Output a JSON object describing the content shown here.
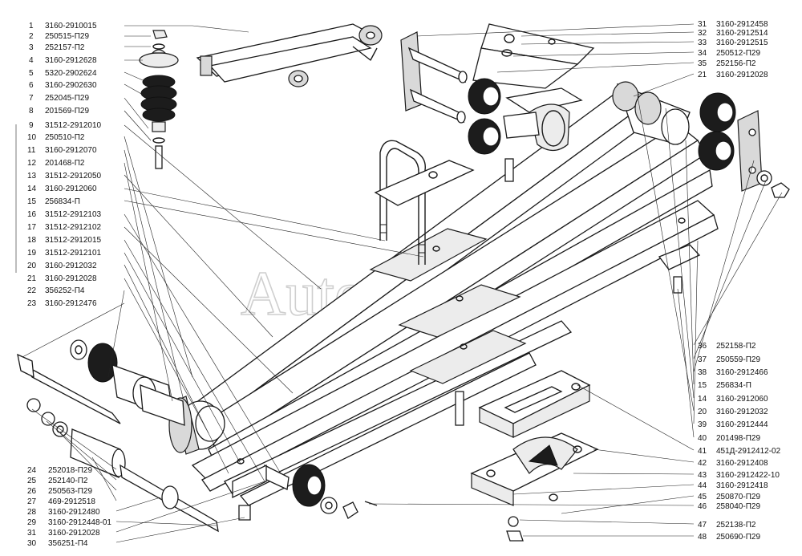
{
  "watermark": "AutoSoft",
  "callouts_left": [
    {
      "num": "1",
      "part": "3160-2910015"
    },
    {
      "num": "2",
      "part": "250515-П29"
    },
    {
      "num": "3",
      "part": "252157-П2"
    },
    {
      "num": "4",
      "part": "3160-2912628"
    },
    {
      "num": "5",
      "part": "5320-2902624"
    },
    {
      "num": "6",
      "part": "3160-2902630"
    },
    {
      "num": "7",
      "part": "252045-П29"
    },
    {
      "num": "8",
      "part": "201569-П29"
    },
    {
      "num": "9",
      "part": "31512-2912010"
    },
    {
      "num": "10",
      "part": "250510-П2"
    },
    {
      "num": "11",
      "part": "3160-2912070"
    },
    {
      "num": "12",
      "part": "201468-П2"
    },
    {
      "num": "13",
      "part": "31512-2912050"
    },
    {
      "num": "14",
      "part": "3160-2912060"
    },
    {
      "num": "15",
      "part": "256834-П"
    },
    {
      "num": "16",
      "part": "31512-2912103"
    },
    {
      "num": "17",
      "part": "31512-2912102"
    },
    {
      "num": "18",
      "part": "31512-2912015"
    },
    {
      "num": "19",
      "part": "31512-2912101"
    },
    {
      "num": "20",
      "part": "3160-2912032"
    },
    {
      "num": "21",
      "part": "3160-2912028"
    },
    {
      "num": "22",
      "part": "356252-П4"
    },
    {
      "num": "23",
      "part": "3160-2912476"
    }
  ],
  "callouts_bottom_left": [
    {
      "num": "24",
      "part": "252018-П29"
    },
    {
      "num": "25",
      "part": "252140-П2"
    },
    {
      "num": "26",
      "part": "250563-П29"
    },
    {
      "num": "27",
      "part": "469-2912518"
    },
    {
      "num": "28",
      "part": "3160-2912480"
    },
    {
      "num": "29",
      "part": "3160-2912448-01"
    },
    {
      "num": "31",
      "part": "3160-2912028"
    },
    {
      "num": "30",
      "part": "356251-П4"
    }
  ],
  "callouts_top_right": [
    {
      "num": "31",
      "part": "3160-2912458"
    },
    {
      "num": "32",
      "part": "3160-2912514"
    },
    {
      "num": "33",
      "part": "3160-2912515"
    },
    {
      "num": "34",
      "part": "250512-П29"
    },
    {
      "num": "35",
      "part": "252156-П2"
    },
    {
      "num": "21",
      "part": "3160-2912028"
    }
  ],
  "callouts_right": [
    {
      "num": "36",
      "part": "252158-П2"
    },
    {
      "num": "37",
      "part": "250559-П29"
    },
    {
      "num": "38",
      "part": "3160-2912466"
    },
    {
      "num": "15",
      "part": "256834-П"
    },
    {
      "num": "14",
      "part": "3160-2912060"
    },
    {
      "num": "20",
      "part": "3160-2912032"
    },
    {
      "num": "39",
      "part": "3160-2912444"
    },
    {
      "num": "40",
      "part": "201498-П29"
    },
    {
      "num": "41",
      "part": "451Д-2912412-02"
    },
    {
      "num": "42",
      "part": "3160-2912408"
    },
    {
      "num": "43",
      "part": "3160-2912422-10"
    },
    {
      "num": "44",
      "part": "3160-2912418"
    },
    {
      "num": "45",
      "part": "250870-П29"
    },
    {
      "num": "46",
      "part": "258040-П29"
    },
    {
      "num": "47",
      "part": "252138-П2"
    },
    {
      "num": "48",
      "part": "250690-П29"
    }
  ]
}
